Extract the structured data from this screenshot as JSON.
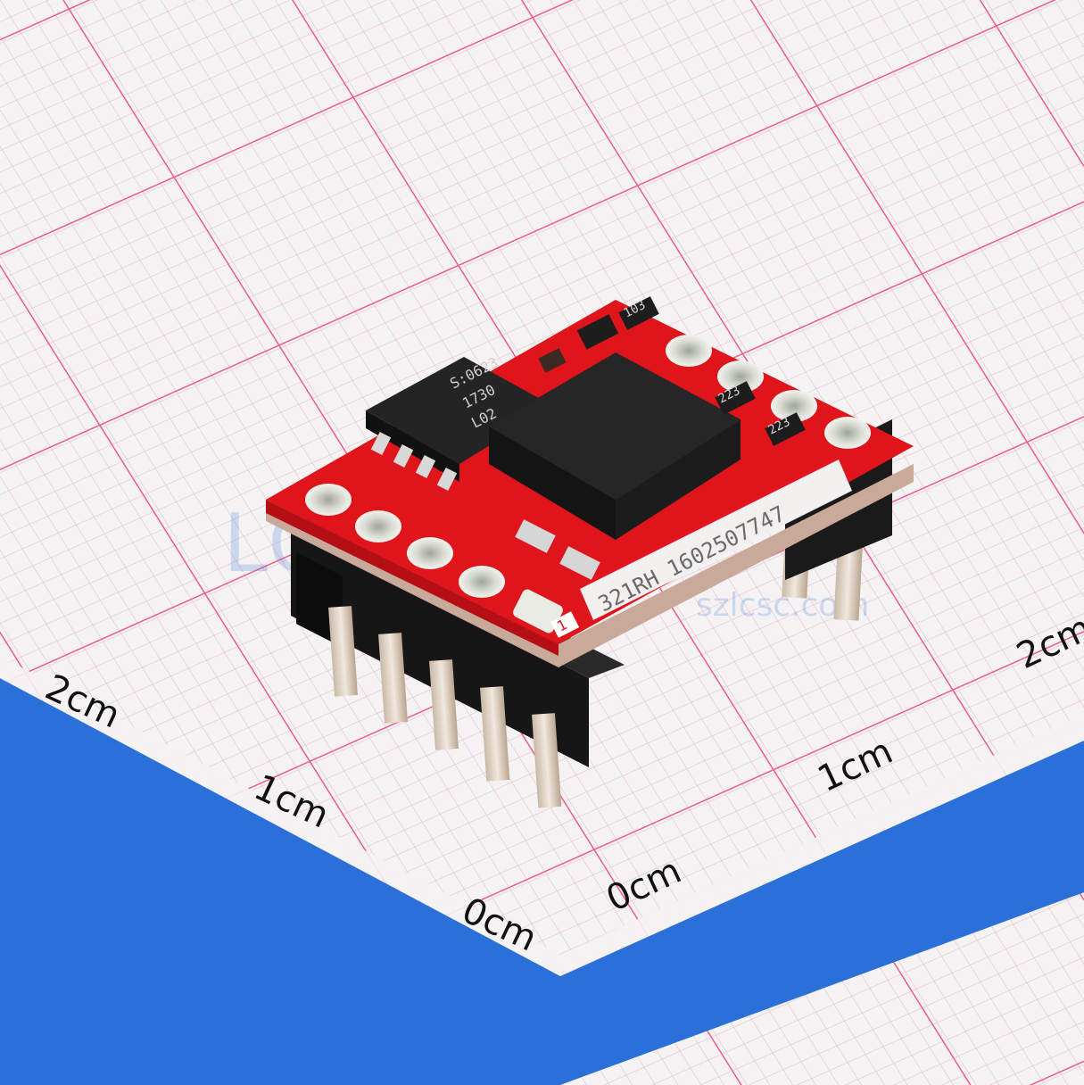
{
  "scale_labels": {
    "left_2cm": "2cm",
    "left_1cm": "1cm",
    "left_0cm": "0cm",
    "right_0cm": "0cm",
    "right_1cm": "1cm",
    "right_2cm": "2cm"
  },
  "board": {
    "label_text": "321RH 1602507747",
    "ic_marking_lines": [
      "S:0623",
      "1730",
      "L02"
    ],
    "resistor_marks": [
      "103",
      "223",
      "223"
    ],
    "pin1_marker": "1"
  },
  "colors": {
    "pcb_red": "#e0141b",
    "grid_pink": "#ef5a85",
    "grid_fine": "#e8aabe",
    "ruler_blue": "#2b6fd8",
    "paper": "#f4f2f3"
  }
}
